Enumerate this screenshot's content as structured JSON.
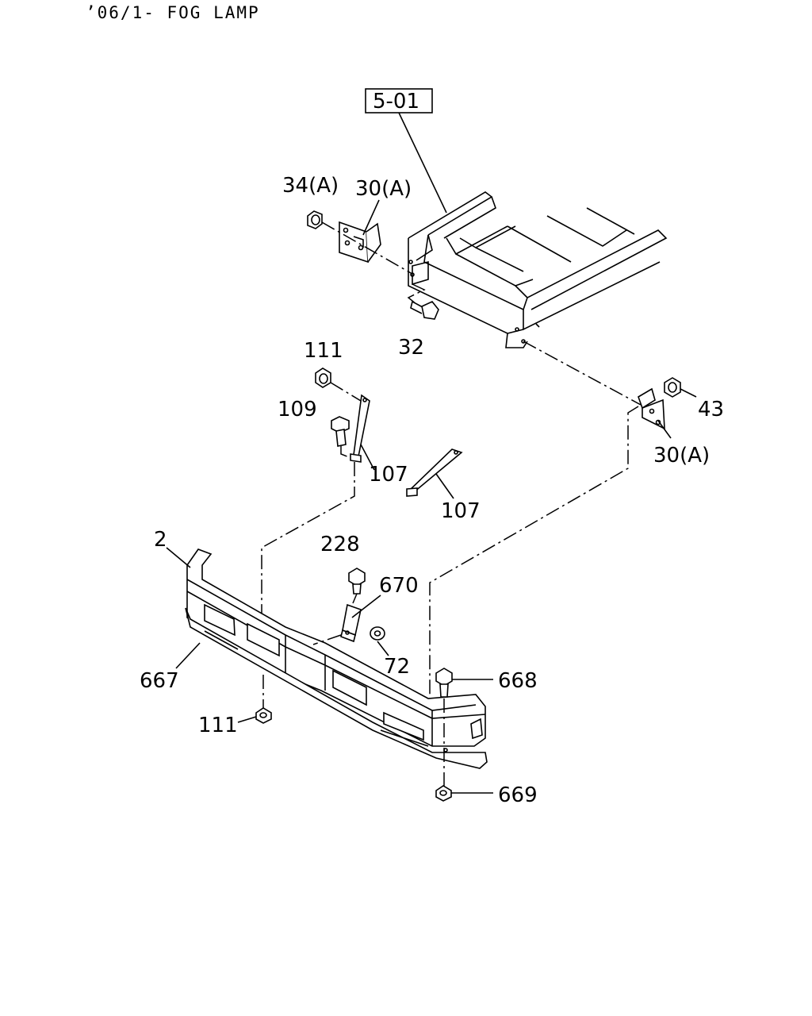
{
  "header": {
    "title": "’06/1- FOG LAMP"
  },
  "reference_box": {
    "label": "5-01"
  },
  "callouts": {
    "c34a": "34(A)",
    "c30a_top": "30(A)",
    "c32": "32",
    "c111_top": "111",
    "c109": "109",
    "c107_a": "107",
    "c107_b": "107",
    "c43": "43",
    "c30a_right": "30(A)",
    "c2": "2",
    "c228": "228",
    "c670": "670",
    "c72": "72",
    "c667": "667",
    "c668": "668",
    "c111_bottom": "111",
    "c669": "669"
  }
}
